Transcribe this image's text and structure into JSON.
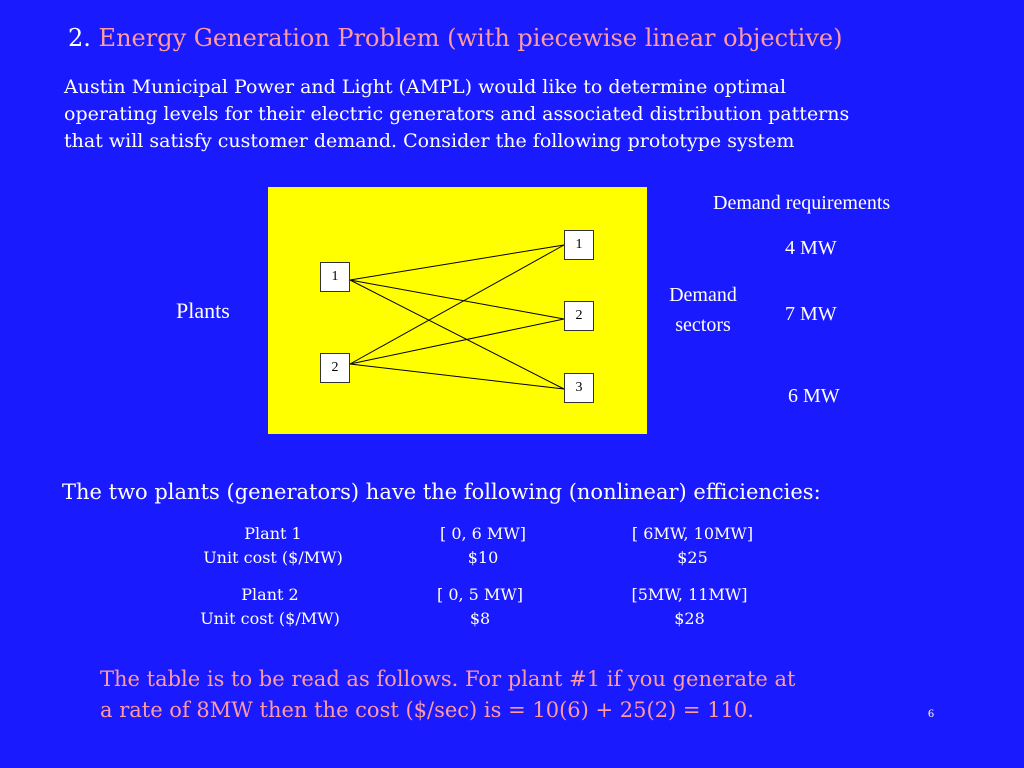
{
  "title": {
    "number": "2.",
    "text": "Energy Generation Problem (with piecewise linear objective)"
  },
  "intro_lines": [
    "Austin Municipal Power and Light (AMPL) would like to determine optimal",
    "operating levels for their electric generators and associated distribution patterns",
    "that will satisfy customer demand.  Consider the following prototype system"
  ],
  "diagram": {
    "plants_label": "Plants",
    "plant_nodes": [
      "1",
      "2"
    ],
    "sector_nodes": [
      "1",
      "2",
      "3"
    ],
    "sectors_label_line1": "Demand",
    "sectors_label_line2": "sectors"
  },
  "demand": {
    "header": "Demand requirements",
    "values": [
      "4 MW",
      "7 MW",
      "6 MW"
    ]
  },
  "efficiency_intro": "The two plants (generators) have the following (nonlinear) efficiencies:",
  "table": {
    "plant1": {
      "name": "Plant 1",
      "cost_label": "Unit cost ($/MW)",
      "range1": "[ 0, 6 MW]",
      "cost1": "$10",
      "range2": "[ 6MW, 10MW]",
      "cost2": "$25"
    },
    "plant2": {
      "name": "Plant 2",
      "cost_label": "Unit cost ($/MW)",
      "range1": "[ 0, 5 MW]",
      "cost1": "$8",
      "range2": "[5MW, 11MW]",
      "cost2": "$28"
    }
  },
  "note_lines": [
    "The table is to be read as follows.  For plant #1 if you generate at",
    "a rate of 8MW then the cost ($/sec) is  =  10(6) + 25(2) = 110."
  ],
  "page_number": "6",
  "colors": {
    "background": "#1a1aff",
    "accent_text": "#ff9aa2",
    "diagram_fill": "#ffff00"
  }
}
